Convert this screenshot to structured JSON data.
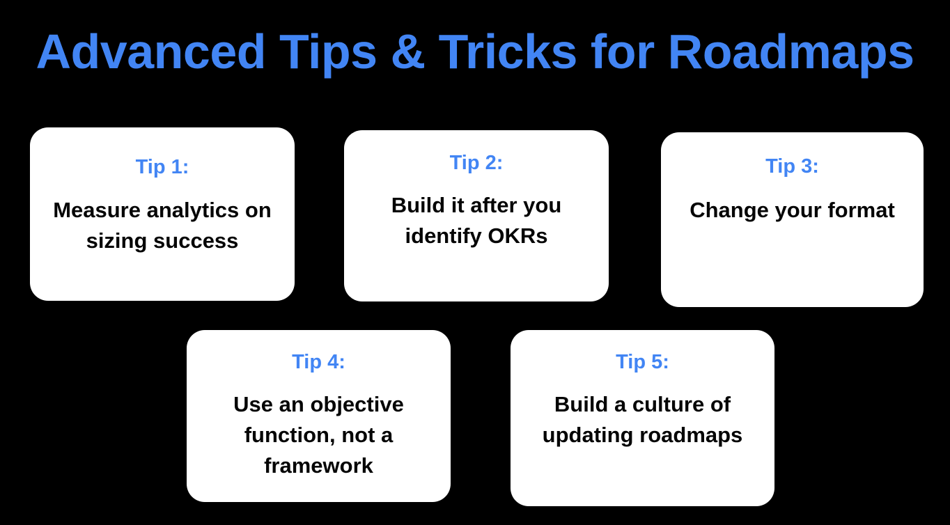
{
  "slide": {
    "title": "Advanced Tips & Tricks for Roadmaps",
    "background_color": "#000000",
    "accent_color": "#4285F4",
    "card_background_color": "#FFFFFF",
    "body_text_color": "#050505"
  },
  "cards": [
    {
      "label": "Tip 1:",
      "body": "Measure analytics on sizing success"
    },
    {
      "label": "Tip 2:",
      "body": "Build it after you identify OKRs"
    },
    {
      "label": "Tip 3:",
      "body": "Change your format"
    },
    {
      "label": "Tip 4:",
      "body": "Use an objective function, not a framework"
    },
    {
      "label": "Tip 5:",
      "body": "Build a culture of updating roadmaps"
    }
  ]
}
